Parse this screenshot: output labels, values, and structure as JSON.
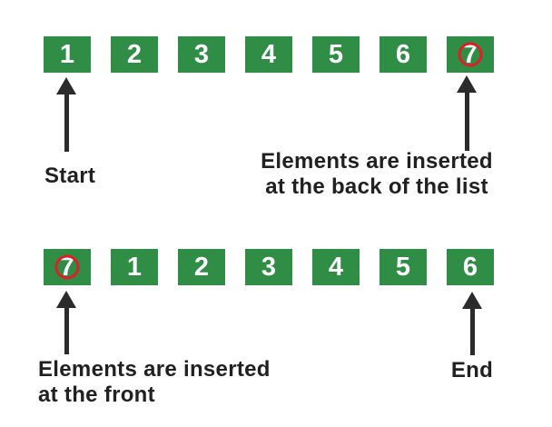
{
  "rows": {
    "top": {
      "values": [
        "1",
        "2",
        "3",
        "4",
        "5",
        "6",
        "7"
      ],
      "circled_index": 6,
      "circled_value": "7"
    },
    "bottom": {
      "values": [
        "7",
        "1",
        "2",
        "3",
        "4",
        "5",
        "6"
      ],
      "circled_index": 0,
      "circled_value": "7"
    }
  },
  "annotations": {
    "start": "Start",
    "back_insertion": {
      "line1": "Elements are inserted",
      "line2": "at the back of the list"
    },
    "front_insertion": {
      "line1": "Elements are inserted",
      "line2": "at the front"
    },
    "end": "End"
  },
  "colors": {
    "box_green": "#2f8d46",
    "ring_red": "#da2128",
    "arrow_dark": "#2b2b2b",
    "text_dark": "#212121",
    "number_white": "#ffffff",
    "background": "#ffffff"
  }
}
